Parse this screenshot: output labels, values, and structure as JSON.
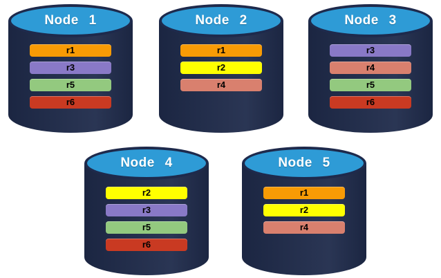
{
  "colors": {
    "cylinder_body": "#1F2B4B",
    "cylinder_top": "#2E9BD6",
    "cylinder_border": "#1E2A4C",
    "node_label_text": "#FFFFFF",
    "bar_text": "#000000",
    "r1": "#F89B05",
    "r2": "#FFFF00",
    "r3": "#8979C7",
    "r4": "#D9806E",
    "r5": "#93C97F",
    "r6": "#C93A22"
  },
  "nodes": [
    {
      "label": "Node 1",
      "bars": [
        {
          "label": "r1",
          "color": "#F89B05"
        },
        {
          "label": "r3",
          "color": "#8979C7"
        },
        {
          "label": "r5",
          "color": "#93C97F"
        },
        {
          "label": "r6",
          "color": "#C93A22"
        }
      ]
    },
    {
      "label": "Node 2",
      "bars": [
        {
          "label": "r1",
          "color": "#F89B05"
        },
        {
          "label": "r2",
          "color": "#FFFF00"
        },
        {
          "label": "r4",
          "color": "#D9806E"
        }
      ]
    },
    {
      "label": "Node 3",
      "bars": [
        {
          "label": "r3",
          "color": "#8979C7"
        },
        {
          "label": "r4",
          "color": "#D9806E"
        },
        {
          "label": "r5",
          "color": "#93C97F"
        },
        {
          "label": "r6",
          "color": "#C93A22"
        }
      ]
    },
    {
      "label": "Node 4",
      "bars": [
        {
          "label": "r2",
          "color": "#FFFF00"
        },
        {
          "label": "r3",
          "color": "#8979C7"
        },
        {
          "label": "r5",
          "color": "#93C97F"
        },
        {
          "label": "r6",
          "color": "#C93A22"
        }
      ]
    },
    {
      "label": "Node 5",
      "bars": [
        {
          "label": "r1",
          "color": "#F89B05"
        },
        {
          "label": "r2",
          "color": "#FFFF00"
        },
        {
          "label": "r4",
          "color": "#D9806E"
        }
      ]
    }
  ]
}
